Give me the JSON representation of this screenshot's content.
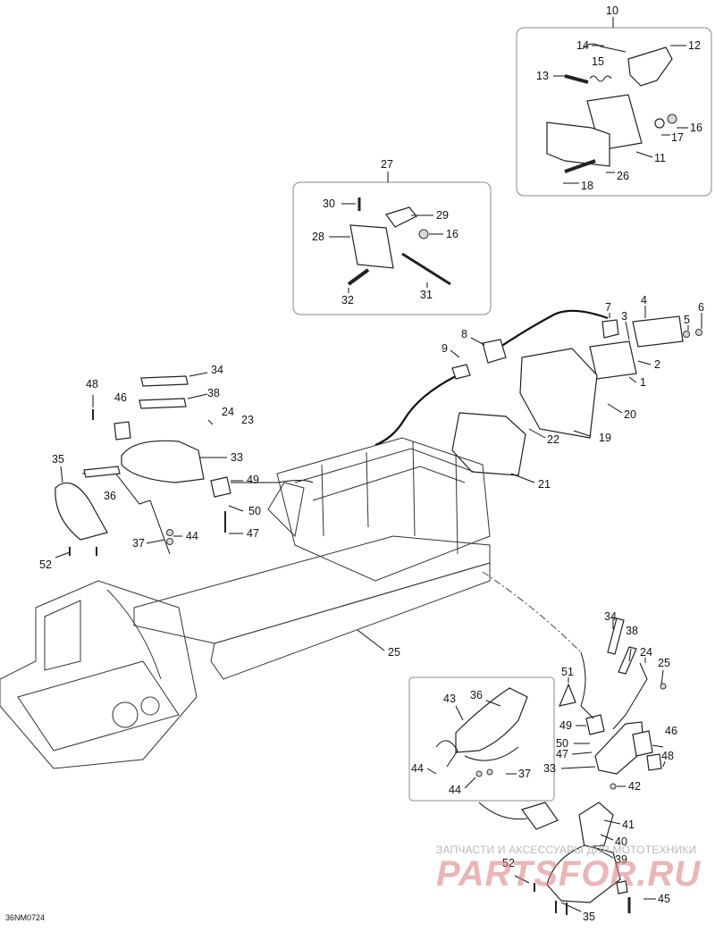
{
  "diagram_ref": "36NM0724",
  "watermark": {
    "line1": "ЗАПЧАСТИ И АКСЕССУАРЫ ДЛЯ МОТОТЕХНИКИ",
    "line2": "PARTSFOR.RU"
  },
  "callouts": {
    "c10": "10",
    "c14": "14",
    "c12": "12",
    "c15": "15",
    "c13": "13",
    "c16a": "16",
    "c17": "17",
    "c11": "11",
    "c26": "26",
    "c18": "18",
    "c27": "27",
    "c30": "30",
    "c29": "29",
    "c28": "28",
    "c16b": "16",
    "c32": "32",
    "c31": "31",
    "c7": "7",
    "c4": "4",
    "c6": "6",
    "c3": "3",
    "c5": "5",
    "c8": "8",
    "c9": "9",
    "c2": "2",
    "c1": "1",
    "c20": "20",
    "c22": "22",
    "c19": "19",
    "c21": "21",
    "c34a": "34",
    "c48a": "48",
    "c46a": "46",
    "c38a": "38",
    "c24a": "24",
    "c23": "23",
    "c33a": "33",
    "c35a": "35",
    "c36a": "36",
    "c49a": "49",
    "c50a": "50",
    "c44a": "44",
    "c37a": "37",
    "c47a": "47",
    "c52a": "52",
    "c25a": "25",
    "c34b": "34",
    "c38b": "38",
    "c24b": "24",
    "c25b": "25",
    "c51": "51",
    "c49b": "49",
    "c46b": "46",
    "c48b": "48",
    "c50b": "50",
    "c47b": "47",
    "c33b": "33",
    "c43": "43",
    "c36b": "36",
    "c44b": "44",
    "c44c": "44",
    "c37b": "37",
    "c42": "42",
    "c41": "41",
    "c40": "40",
    "c39": "39",
    "c52b": "52",
    "c45": "45",
    "c35b": "35"
  }
}
